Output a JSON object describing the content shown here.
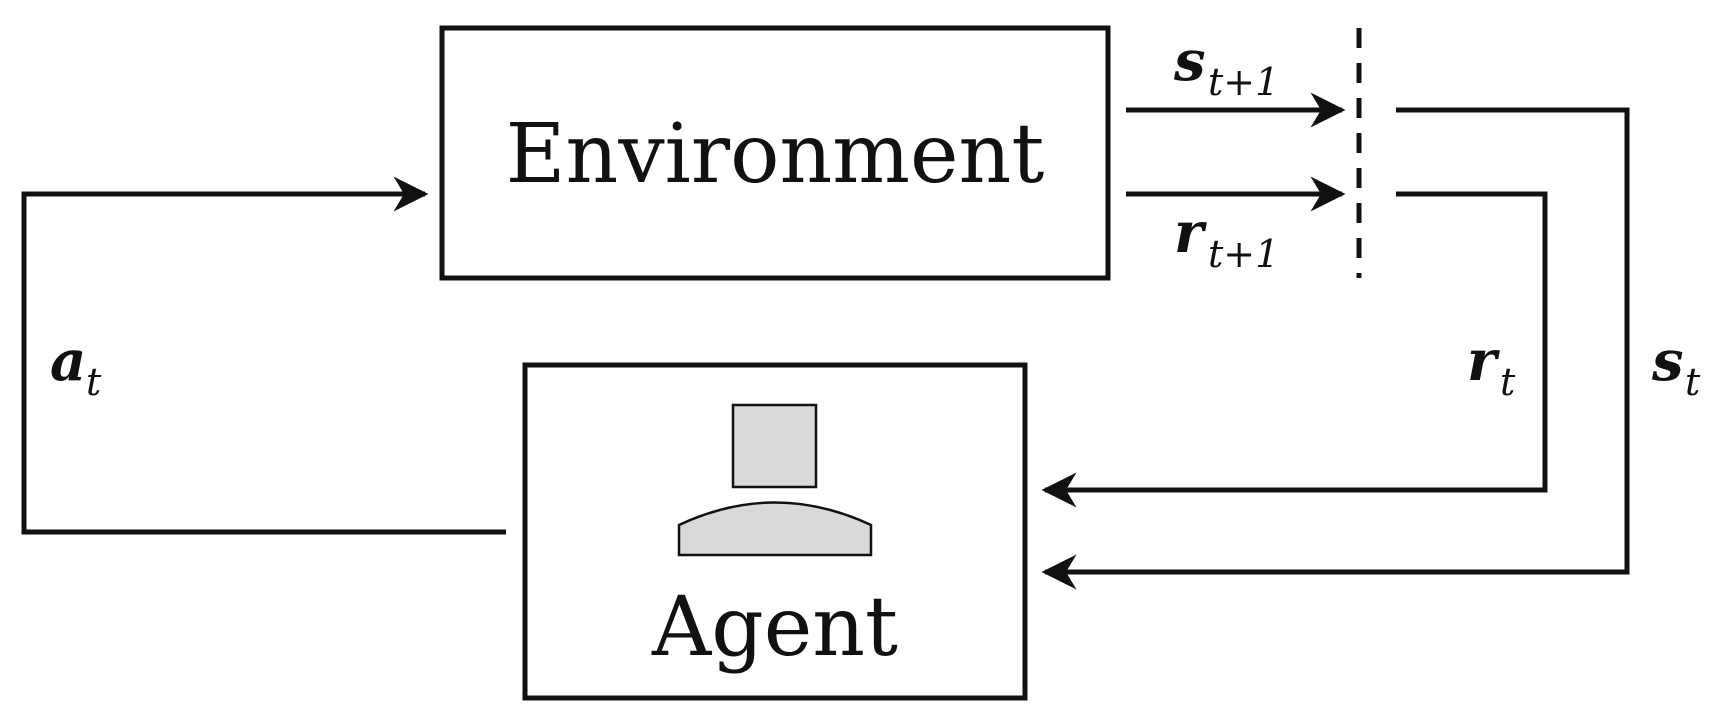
{
  "environment": {
    "label": "Environment"
  },
  "agent": {
    "label": "Agent"
  },
  "signals": {
    "next_state": {
      "symbol": "s",
      "subscript": "t+1"
    },
    "next_reward": {
      "symbol": "r",
      "subscript": "t+1"
    },
    "reward": {
      "symbol": "r",
      "subscript": "t"
    },
    "state": {
      "symbol": "s",
      "subscript": "t"
    },
    "action": {
      "symbol": "a",
      "subscript": "t"
    }
  },
  "colors": {
    "stroke": "#111111",
    "agent_icon_fill": "#d9d9d9",
    "background": "#ffffff"
  },
  "icons": {
    "agent": "person-silhouette-icon"
  }
}
